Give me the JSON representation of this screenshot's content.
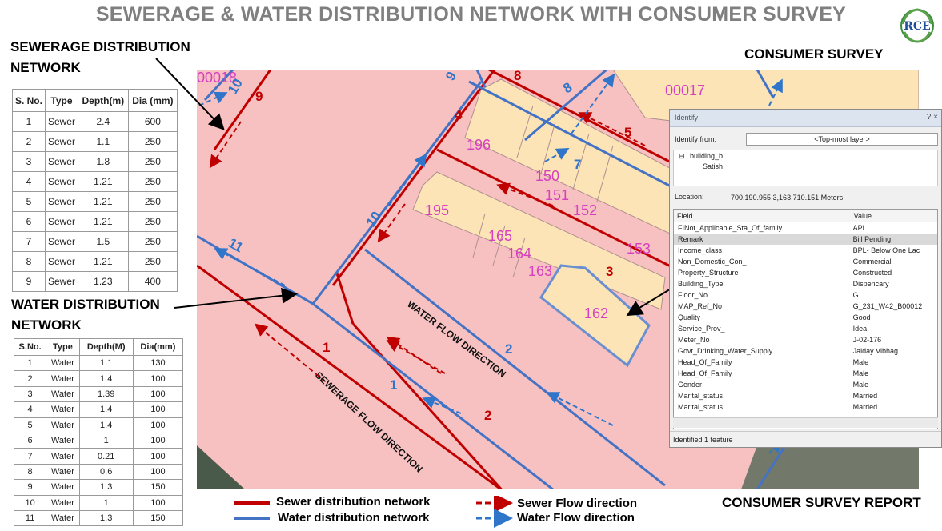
{
  "title": "SEWERAGE & WATER DISTRIBUTION NETWORK WITH CONSUMER SURVEY",
  "logo_text": "RCE",
  "colors": {
    "sewer": "#c00000",
    "water": "#4472c4",
    "parcel": "#f7c1c1",
    "building": "#fce4b6",
    "outline": "#b08f8f"
  },
  "headings": {
    "sewer_network": [
      "SEWERAGE DISTRIBUTION",
      "NETWORK"
    ],
    "water_network": [
      "WATER DISTRIBUTION",
      "NETWORK"
    ],
    "consumer_survey": "CONSUMER SURVEY",
    "consumer_survey_report": "CONSUMER SURVEY REPORT"
  },
  "sewer_table": {
    "columns": [
      "S. No.",
      "Type",
      "Depth(m)",
      "Dia (mm)"
    ],
    "rows": [
      [
        "1",
        "Sewer",
        "2.4",
        "600"
      ],
      [
        "2",
        "Sewer",
        "1.1",
        "250"
      ],
      [
        "3",
        "Sewer",
        "1.8",
        "250"
      ],
      [
        "4",
        "Sewer",
        "1.21",
        "250"
      ],
      [
        "5",
        "Sewer",
        "1.21",
        "250"
      ],
      [
        "6",
        "Sewer",
        "1.21",
        "250"
      ],
      [
        "7",
        "Sewer",
        "1.5",
        "250"
      ],
      [
        "8",
        "Sewer",
        "1.21",
        "250"
      ],
      [
        "9",
        "Sewer",
        "1.23",
        "400"
      ]
    ]
  },
  "water_table": {
    "columns": [
      "S.No.",
      "Type",
      "Depth(M)",
      "Dia(mm)"
    ],
    "rows": [
      [
        "1",
        "Water",
        "1.1",
        "130"
      ],
      [
        "2",
        "Water",
        "1.4",
        "100"
      ],
      [
        "3",
        "Water",
        "1.39",
        "100"
      ],
      [
        "4",
        "Water",
        "1.4",
        "100"
      ],
      [
        "5",
        "Water",
        "1.4",
        "100"
      ],
      [
        "6",
        "Water",
        "1",
        "100"
      ],
      [
        "7",
        "Water",
        "0.21",
        "100"
      ],
      [
        "8",
        "Water",
        "0.6",
        "100"
      ],
      [
        "9",
        "Water",
        "1.3",
        "150"
      ],
      [
        "10",
        "Water",
        "1",
        "100"
      ],
      [
        "11",
        "Water",
        "1.3",
        "150"
      ]
    ]
  },
  "map": {
    "parcel_ids": [
      "00018",
      "00017"
    ],
    "building_ids": [
      "196",
      "150",
      "151",
      "152",
      "153",
      "195",
      "165",
      "164",
      "163",
      "162"
    ],
    "sewer_labels": [
      "1",
      "2",
      "3",
      "4",
      "5",
      "8",
      "9"
    ],
    "water_labels": [
      "1",
      "2",
      "7",
      "8",
      "9",
      "10",
      "10",
      "11"
    ],
    "water_flow_text": "WATER FLOW DIRECTION",
    "sewer_flow_text": "SEWERAGE FLOW DIRECTION"
  },
  "identify": {
    "title": "Identify",
    "window_buttons": "? ×",
    "identify_from_label": "Identify from:",
    "identify_from_value": "<Top-most layer>",
    "tree_layer": "building_b",
    "tree_feature": "Satish",
    "location_label": "Location:",
    "location_value": "700,190.955  3,163,710.151 Meters",
    "field_header": "Field",
    "value_header": "Value",
    "fields": [
      [
        "FINot_Applicable_Sta_Of_family",
        "APL"
      ],
      [
        "Remark",
        "Bill Pending"
      ],
      [
        "Income_class",
        "BPL- Below One Lac"
      ],
      [
        "Non_Domestic_Con_",
        "Commercial"
      ],
      [
        "Property_Structure",
        "Constructed"
      ],
      [
        "Building_Type",
        "Dispencary"
      ],
      [
        "Floor_No",
        "G"
      ],
      [
        "MAP_Ref_No",
        "G_231_W42_B00012"
      ],
      [
        "Quality",
        "Good"
      ],
      [
        "Service_Prov_",
        "Idea"
      ],
      [
        "Meter_No",
        "J-02-176"
      ],
      [
        "Govt_Drinking_Water_Supply",
        "Jaiday Vibhag"
      ],
      [
        "Head_Of_Family",
        "Male"
      ],
      [
        "Head_Of_Family",
        "Male"
      ],
      [
        "Gender",
        "Male"
      ],
      [
        "Marital_status",
        "Married"
      ],
      [
        "Marital_status",
        "Married"
      ]
    ],
    "status": "Identified 1 feature"
  },
  "legend": {
    "sewer_network": "Sewer distribution network",
    "water_network": "Water distribution network",
    "sewer_flow": "Sewer Flow direction",
    "water_flow": "Water Flow direction"
  }
}
